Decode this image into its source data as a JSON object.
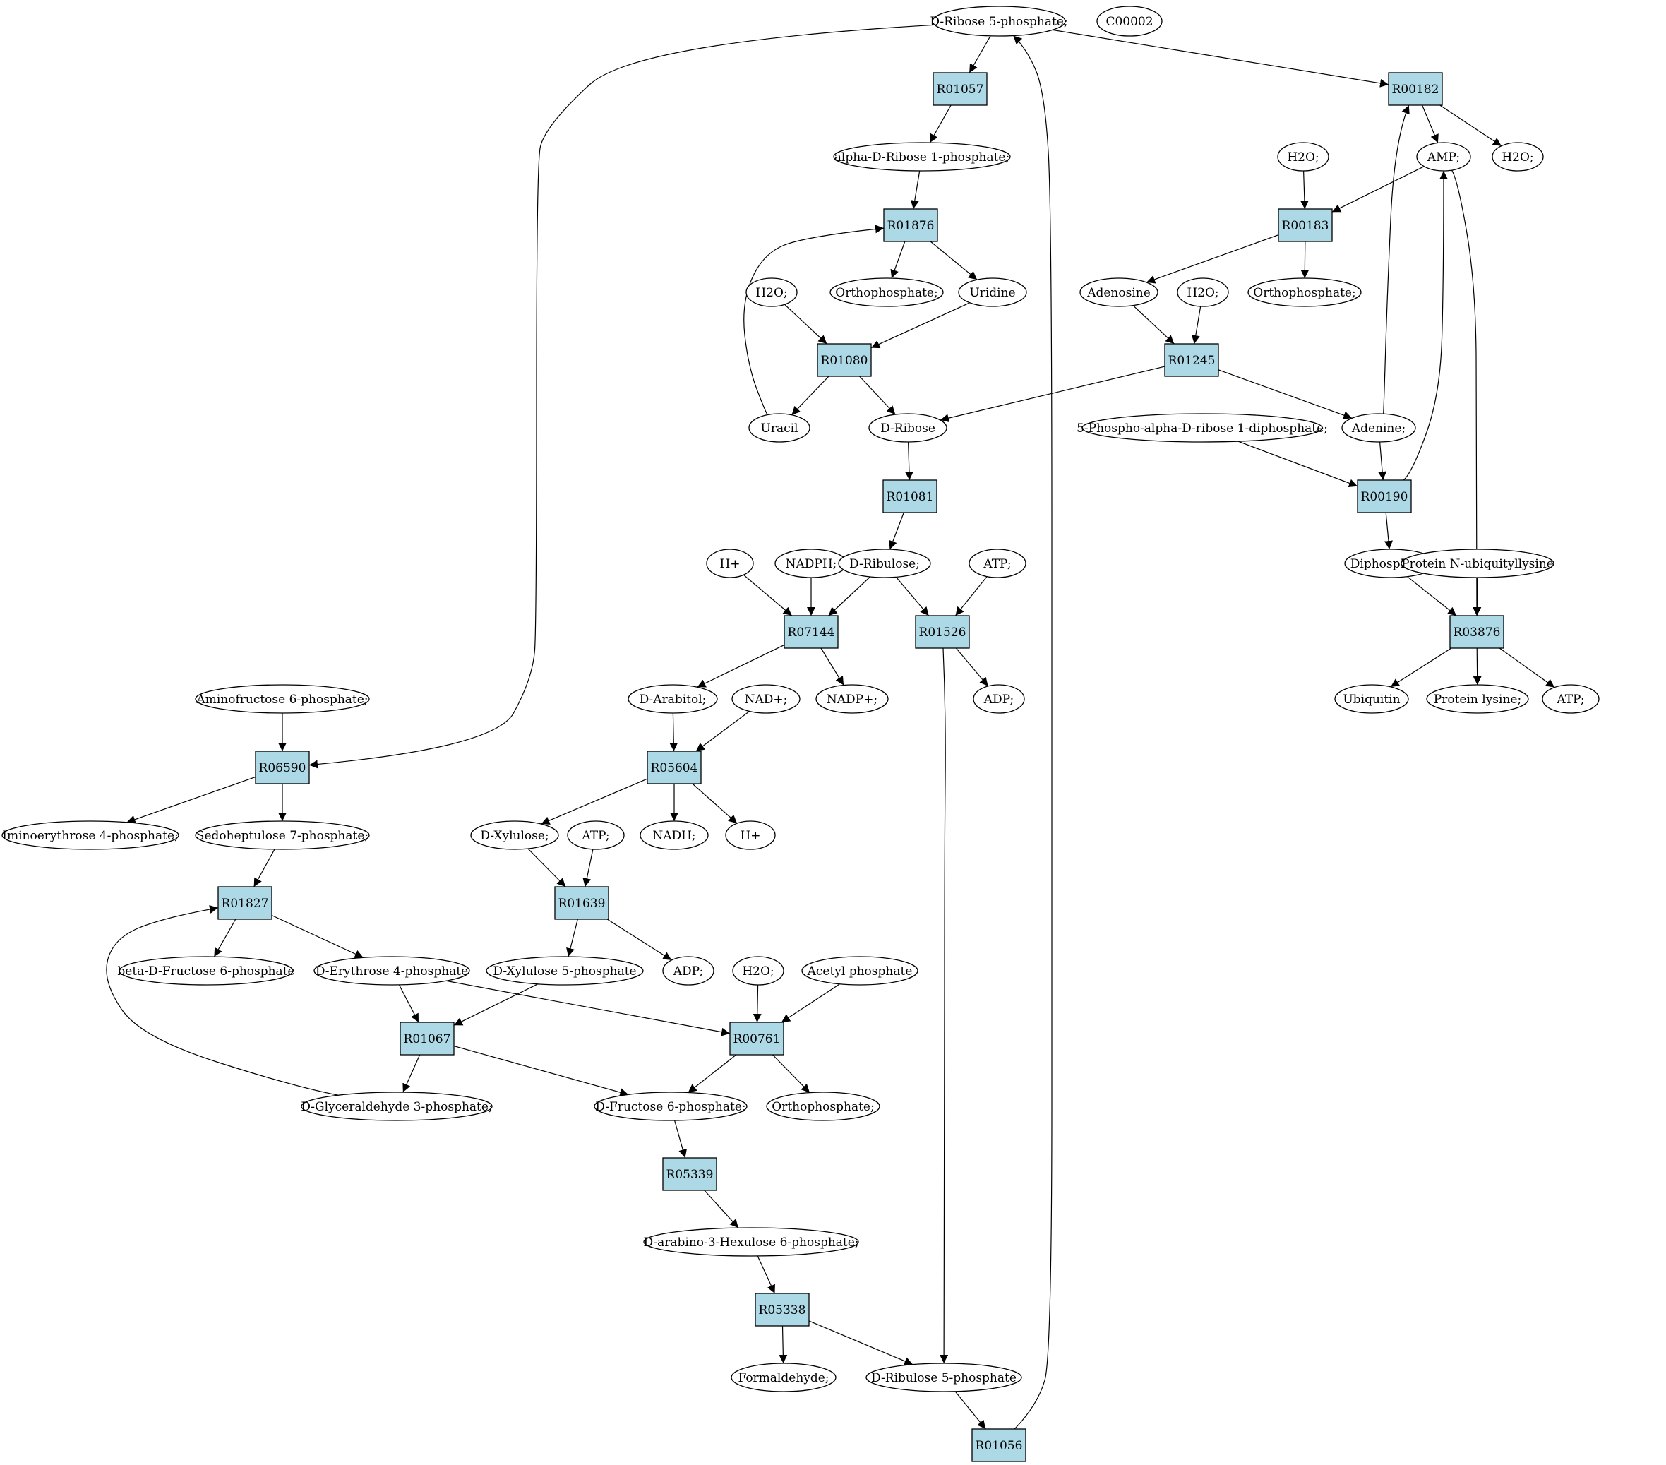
{
  "colors": {
    "highlight_fill": "#00e000",
    "query_fill": "#ffff00",
    "reaction_fill": "#add8e6",
    "compound_fill": "#ffffff",
    "stroke": "#000000"
  },
  "nodes": [
    {
      "id": "c_ribose5p",
      "label": "D-Ribose 5-phosphate;",
      "kind": "compound",
      "style": "highlight"
    },
    {
      "id": "c_c00002",
      "label": "C00002",
      "kind": "compound",
      "style": "query"
    },
    {
      "id": "r_R01057",
      "label": "R01057",
      "kind": "reaction"
    },
    {
      "id": "r_R00182",
      "label": "R00182",
      "kind": "reaction"
    },
    {
      "id": "c_ar1p",
      "label": "alpha-D-Ribose 1-phosphate;",
      "kind": "compound"
    },
    {
      "id": "c_h2o_1",
      "label": "H2O;",
      "kind": "compound"
    },
    {
      "id": "c_amp",
      "label": "AMP;",
      "kind": "compound"
    },
    {
      "id": "c_h2o_2",
      "label": "H2O;",
      "kind": "compound"
    },
    {
      "id": "r_R01876",
      "label": "R01876",
      "kind": "reaction"
    },
    {
      "id": "r_R00183",
      "label": "R00183",
      "kind": "reaction"
    },
    {
      "id": "c_h2o_3",
      "label": "H2O;",
      "kind": "compound"
    },
    {
      "id": "c_ortho_1",
      "label": "Orthophosphate;",
      "kind": "compound"
    },
    {
      "id": "c_uridine",
      "label": "Uridine",
      "kind": "compound"
    },
    {
      "id": "c_adenosine",
      "label": "Adenosine",
      "kind": "compound"
    },
    {
      "id": "c_h2o_4",
      "label": "H2O;",
      "kind": "compound"
    },
    {
      "id": "c_ortho_2",
      "label": "Orthophosphate;",
      "kind": "compound"
    },
    {
      "id": "r_R01080",
      "label": "R01080",
      "kind": "reaction"
    },
    {
      "id": "r_R01245",
      "label": "R01245",
      "kind": "reaction"
    },
    {
      "id": "c_uracil",
      "label": "Uracil",
      "kind": "compound"
    },
    {
      "id": "c_dribose",
      "label": "D-Ribose",
      "kind": "compound"
    },
    {
      "id": "c_prpp",
      "label": "5-Phospho-alpha-D-ribose 1-diphosphate;",
      "kind": "compound"
    },
    {
      "id": "c_adenine",
      "label": "Adenine;",
      "kind": "compound"
    },
    {
      "id": "r_R01081",
      "label": "R01081",
      "kind": "reaction"
    },
    {
      "id": "r_R00190",
      "label": "R00190",
      "kind": "reaction"
    },
    {
      "id": "c_hplus_1",
      "label": "H+",
      "kind": "compound"
    },
    {
      "id": "c_nadph",
      "label": "NADPH;",
      "kind": "compound"
    },
    {
      "id": "c_dribulose",
      "label": "D-Ribulose;",
      "kind": "compound"
    },
    {
      "id": "c_atp_1",
      "label": "ATP;",
      "kind": "compound"
    },
    {
      "id": "c_diphos",
      "label": "Diphosphate;",
      "kind": "compound"
    },
    {
      "id": "c_protnub",
      "label": "Protein N-ubiquityllysine",
      "kind": "compound"
    },
    {
      "id": "r_R07144",
      "label": "R07144",
      "kind": "reaction"
    },
    {
      "id": "r_R01526",
      "label": "R01526",
      "kind": "reaction"
    },
    {
      "id": "r_R03876",
      "label": "R03876",
      "kind": "reaction"
    },
    {
      "id": "c_aminofr6p",
      "label": "Aminofructose 6-phosphate;",
      "kind": "compound"
    },
    {
      "id": "c_darabitol",
      "label": "D-Arabitol;",
      "kind": "compound"
    },
    {
      "id": "c_nadplus",
      "label": "NAD+;",
      "kind": "compound"
    },
    {
      "id": "c_nadpplus",
      "label": "NADP+;",
      "kind": "compound"
    },
    {
      "id": "c_adp_1",
      "label": "ADP;",
      "kind": "compound"
    },
    {
      "id": "c_ubiquitin",
      "label": "Ubiquitin",
      "kind": "compound"
    },
    {
      "id": "c_protlys",
      "label": "Protein lysine;",
      "kind": "compound"
    },
    {
      "id": "c_atp_2",
      "label": "ATP;",
      "kind": "compound"
    },
    {
      "id": "r_R06590",
      "label": "R06590",
      "kind": "reaction"
    },
    {
      "id": "r_R05604",
      "label": "R05604",
      "kind": "reaction"
    },
    {
      "id": "c_iminoery4p",
      "label": "Iminoerythrose 4-phosphate;",
      "kind": "compound"
    },
    {
      "id": "c_sedo7p",
      "label": "Sedoheptulose 7-phosphate;",
      "kind": "compound"
    },
    {
      "id": "c_dxylulose",
      "label": "D-Xylulose;",
      "kind": "compound"
    },
    {
      "id": "c_atp_3",
      "label": "ATP;",
      "kind": "compound"
    },
    {
      "id": "c_nadh",
      "label": "NADH;",
      "kind": "compound"
    },
    {
      "id": "c_hplus_2",
      "label": "H+",
      "kind": "compound"
    },
    {
      "id": "r_R01827",
      "label": "R01827",
      "kind": "reaction"
    },
    {
      "id": "r_R01639",
      "label": "R01639",
      "kind": "reaction"
    },
    {
      "id": "c_bfru6p",
      "label": "beta-D-Fructose 6-phosphate",
      "kind": "compound"
    },
    {
      "id": "c_dery4p",
      "label": "D-Erythrose 4-phosphate",
      "kind": "compound"
    },
    {
      "id": "c_dxyl5p",
      "label": "D-Xylulose 5-phosphate",
      "kind": "compound"
    },
    {
      "id": "c_adp_2",
      "label": "ADP;",
      "kind": "compound"
    },
    {
      "id": "c_h2o_5",
      "label": "H2O;",
      "kind": "compound"
    },
    {
      "id": "c_acetylp",
      "label": "Acetyl phosphate",
      "kind": "compound"
    },
    {
      "id": "r_R01067",
      "label": "R01067",
      "kind": "reaction"
    },
    {
      "id": "r_R00761",
      "label": "R00761",
      "kind": "reaction"
    },
    {
      "id": "c_dga3p",
      "label": "D-Glyceraldehyde 3-phosphate;",
      "kind": "compound"
    },
    {
      "id": "c_dfru6p",
      "label": "D-Fructose 6-phosphate;",
      "kind": "compound"
    },
    {
      "id": "c_ortho_3",
      "label": "Orthophosphate;",
      "kind": "compound"
    },
    {
      "id": "r_R05339",
      "label": "R05339",
      "kind": "reaction"
    },
    {
      "id": "c_hexulose6p",
      "label": "D-arabino-3-Hexulose 6-phosphate;",
      "kind": "compound"
    },
    {
      "id": "r_R05338",
      "label": "R05338",
      "kind": "reaction"
    },
    {
      "id": "c_formaldehyde",
      "label": "Formaldehyde;",
      "kind": "compound"
    },
    {
      "id": "c_dribulose5p",
      "label": "D-Ribulose 5-phosphate",
      "kind": "compound"
    },
    {
      "id": "r_R01056",
      "label": "R01056",
      "kind": "reaction"
    }
  ],
  "edges": [
    [
      "c_ribose5p",
      "r_R01057"
    ],
    [
      "c_ribose5p",
      "r_R00182"
    ],
    [
      "c_ribose5p",
      "r_R06590"
    ],
    [
      "r_R01057",
      "c_ar1p"
    ],
    [
      "c_ar1p",
      "r_R01876"
    ],
    [
      "r_R00182",
      "c_amp"
    ],
    [
      "r_R00182",
      "c_h2o_2"
    ],
    [
      "c_h2o_1",
      "r_R00183"
    ],
    [
      "c_amp",
      "r_R00183"
    ],
    [
      "c_amp",
      "r_R03876"
    ],
    [
      "r_R01876",
      "c_ortho_1"
    ],
    [
      "r_R01876",
      "c_uridine"
    ],
    [
      "r_R00183",
      "c_adenosine"
    ],
    [
      "r_R00183",
      "c_ortho_2"
    ],
    [
      "c_h2o_3",
      "r_R01080"
    ],
    [
      "c_uridine",
      "r_R01080"
    ],
    [
      "c_adenosine",
      "r_R01245"
    ],
    [
      "c_h2o_4",
      "r_R01245"
    ],
    [
      "r_R01080",
      "c_uracil"
    ],
    [
      "r_R01080",
      "c_dribose"
    ],
    [
      "c_uracil",
      "r_R01876"
    ],
    [
      "r_R01245",
      "c_dribose"
    ],
    [
      "r_R01245",
      "c_adenine"
    ],
    [
      "c_adenine",
      "r_R00182"
    ],
    [
      "c_adenine",
      "r_R00190"
    ],
    [
      "c_prpp",
      "r_R00190"
    ],
    [
      "r_R00190",
      "c_amp"
    ],
    [
      "r_R00190",
      "c_diphos"
    ],
    [
      "c_dribose",
      "r_R01081"
    ],
    [
      "r_R01081",
      "c_dribulose"
    ],
    [
      "c_hplus_1",
      "r_R07144"
    ],
    [
      "c_nadph",
      "r_R07144"
    ],
    [
      "c_dribulose",
      "r_R07144"
    ],
    [
      "c_dribulose",
      "r_R01526"
    ],
    [
      "c_atp_1",
      "r_R01526"
    ],
    [
      "c_diphos",
      "r_R03876"
    ],
    [
      "c_protnub",
      "r_R03876"
    ],
    [
      "r_R07144",
      "c_darabitol"
    ],
    [
      "r_R07144",
      "c_nadpplus"
    ],
    [
      "r_R01526",
      "c_adp_1"
    ],
    [
      "r_R01526",
      "c_dribulose5p"
    ],
    [
      "r_R03876",
      "c_ubiquitin"
    ],
    [
      "r_R03876",
      "c_protlys"
    ],
    [
      "r_R03876",
      "c_atp_2"
    ],
    [
      "c_aminofr6p",
      "r_R06590"
    ],
    [
      "c_darabitol",
      "r_R05604"
    ],
    [
      "c_nadplus",
      "r_R05604"
    ],
    [
      "r_R06590",
      "c_iminoery4p"
    ],
    [
      "r_R06590",
      "c_sedo7p"
    ],
    [
      "r_R05604",
      "c_dxylulose"
    ],
    [
      "r_R05604",
      "c_nadh"
    ],
    [
      "r_R05604",
      "c_hplus_2"
    ],
    [
      "c_sedo7p",
      "r_R01827"
    ],
    [
      "c_dga3p",
      "r_R01827"
    ],
    [
      "c_dxylulose",
      "r_R01639"
    ],
    [
      "c_atp_3",
      "r_R01639"
    ],
    [
      "r_R01827",
      "c_bfru6p"
    ],
    [
      "r_R01827",
      "c_dery4p"
    ],
    [
      "r_R01639",
      "c_dxyl5p"
    ],
    [
      "r_R01639",
      "c_adp_2"
    ],
    [
      "c_dery4p",
      "r_R01067"
    ],
    [
      "c_dery4p",
      "r_R00761"
    ],
    [
      "c_dxyl5p",
      "r_R01067"
    ],
    [
      "c_h2o_5",
      "r_R00761"
    ],
    [
      "c_acetylp",
      "r_R00761"
    ],
    [
      "r_R01067",
      "c_dga3p"
    ],
    [
      "r_R01067",
      "c_dfru6p"
    ],
    [
      "r_R00761",
      "c_dfru6p"
    ],
    [
      "r_R00761",
      "c_ortho_3"
    ],
    [
      "c_dfru6p",
      "r_R05339"
    ],
    [
      "r_R05339",
      "c_hexulose6p"
    ],
    [
      "c_hexulose6p",
      "r_R05338"
    ],
    [
      "r_R05338",
      "c_formaldehyde"
    ],
    [
      "r_R05338",
      "c_dribulose5p"
    ],
    [
      "c_dribulose5p",
      "r_R01056"
    ],
    [
      "r_R01056",
      "c_ribose5p"
    ]
  ]
}
